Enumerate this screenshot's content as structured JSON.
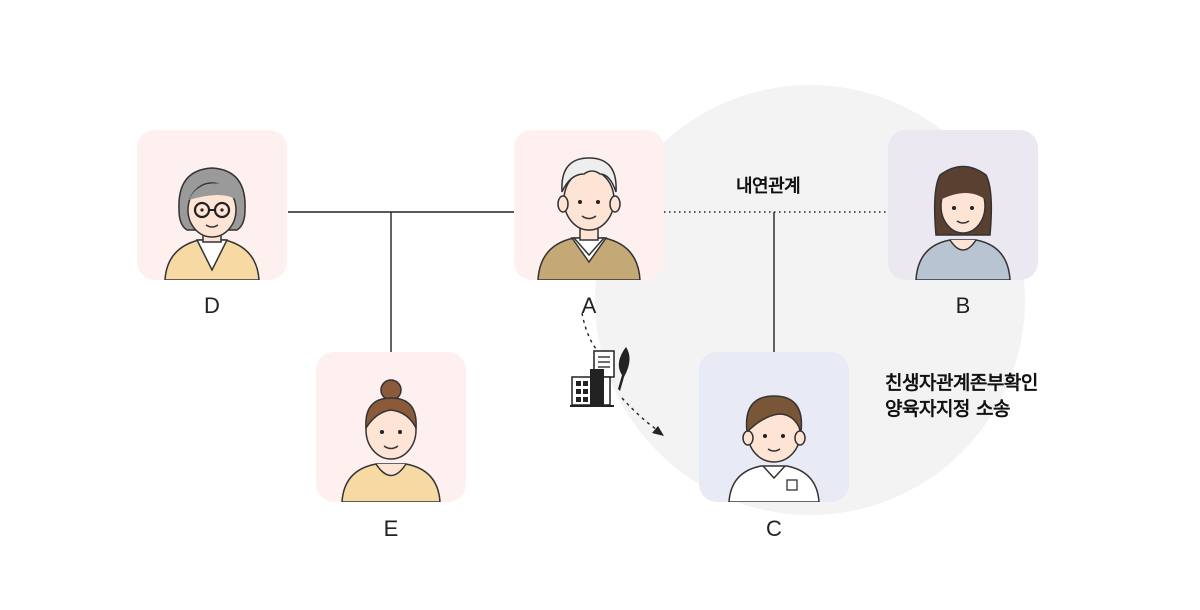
{
  "people": [
    {
      "id": "D",
      "label": "D",
      "bg": "#fdf0ef"
    },
    {
      "id": "A",
      "label": "A",
      "bg": "#fdf0ef"
    },
    {
      "id": "B",
      "label": "B",
      "bg": "#ebe8f2"
    },
    {
      "id": "E",
      "label": "E",
      "bg": "#fdf0ef"
    },
    {
      "id": "C",
      "label": "C",
      "bg": "#e8eaf6"
    }
  ],
  "relations": {
    "de_facto": "내연관계"
  },
  "lawsuit": {
    "line1": "친생자관계존부확인",
    "line2": "양육자지정 소송"
  },
  "icons": [
    "court-building-icon",
    "document-quill-icon"
  ]
}
